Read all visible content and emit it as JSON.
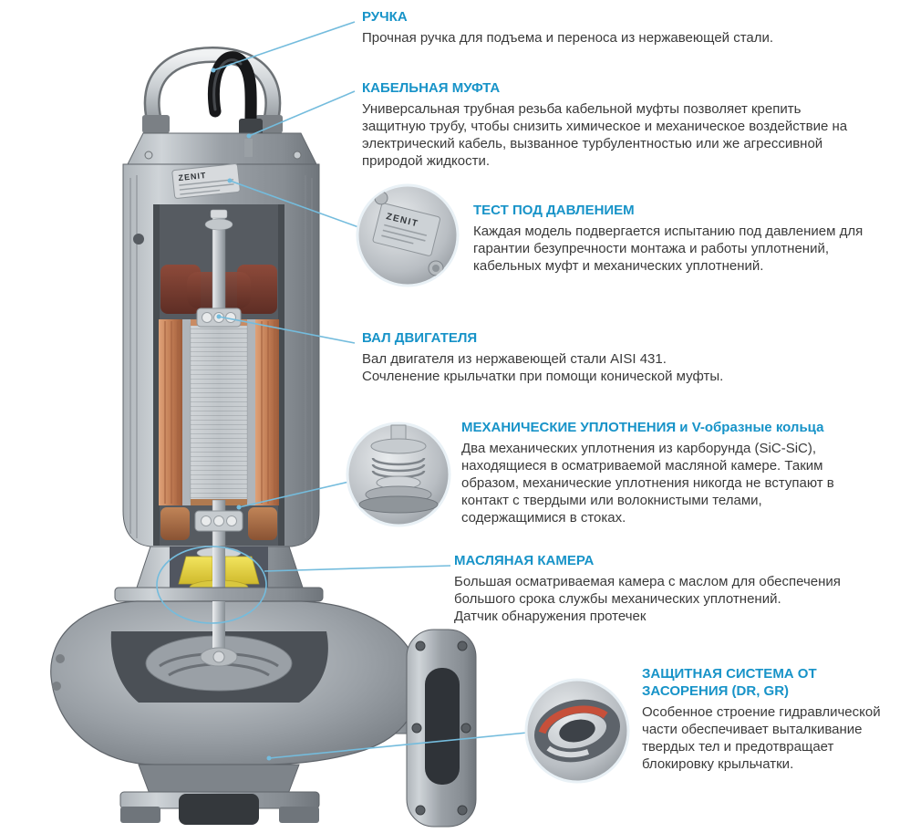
{
  "colors": {
    "accent": "#1793c8",
    "leader": "#74bcdd",
    "text": "#3a3a3a"
  },
  "pump": {
    "nameplate_brand": "ZENIT"
  },
  "callouts": [
    {
      "id": "handle",
      "title": "РУЧКА",
      "body": "Прочная ручка для подъема и переноса из нержавеющей стали."
    },
    {
      "id": "cable-gland",
      "title": "КАБЕЛЬНАЯ МУФТА",
      "body": "Универсальная трубная резьба кабельной муфты позволяет крепить защитную трубу, чтобы снизить химическое и механическое воздействие на электрический кабель, вызванное турбулентностью или же агрессивной природой жидкости."
    },
    {
      "id": "pressure-test",
      "title": "ТЕСТ ПОД ДАВЛЕНИЕМ",
      "body": "Каждая модель подвергается испытанию под давлением для гарантии безупречности монтажа и работы уплотнений, кабельных муфт и механических уплотнений."
    },
    {
      "id": "motor-shaft",
      "title": "ВАЛ ДВИГАТЕЛЯ",
      "body": "Вал двигателя из нержавеющей стали AISI 431.\nСочленение крыльчатки при помощи конической муфты."
    },
    {
      "id": "mechanical-seals",
      "title": "МЕХАНИЧЕСКИЕ УПЛОТНЕНИЯ и V-образные кольца",
      "body": "Два механических уплотнения из карборунда (SiC-SiC), находящиеся в осматриваемой масляной камере. Таким образом, механические уплотнения никогда не вступают в контакт с твердыми или волокнистыми телами, содержащимися в стоках."
    },
    {
      "id": "oil-chamber",
      "title": "МАСЛЯНАЯ КАМЕРА",
      "body": "Большая осматриваемая камера с маслом для обеспечения большого срока службы механических уплотнений.\nДатчик обнаружения протечек"
    },
    {
      "id": "anti-clog",
      "title": "ЗАЩИТНАЯ СИСТЕМА ОТ ЗАСОРЕНИЯ (DR, GR)",
      "body": "Особенное строение гидравлической части обеспечивает выталкивание твердых тел и предотвращает блокировку крыльчатки."
    }
  ]
}
